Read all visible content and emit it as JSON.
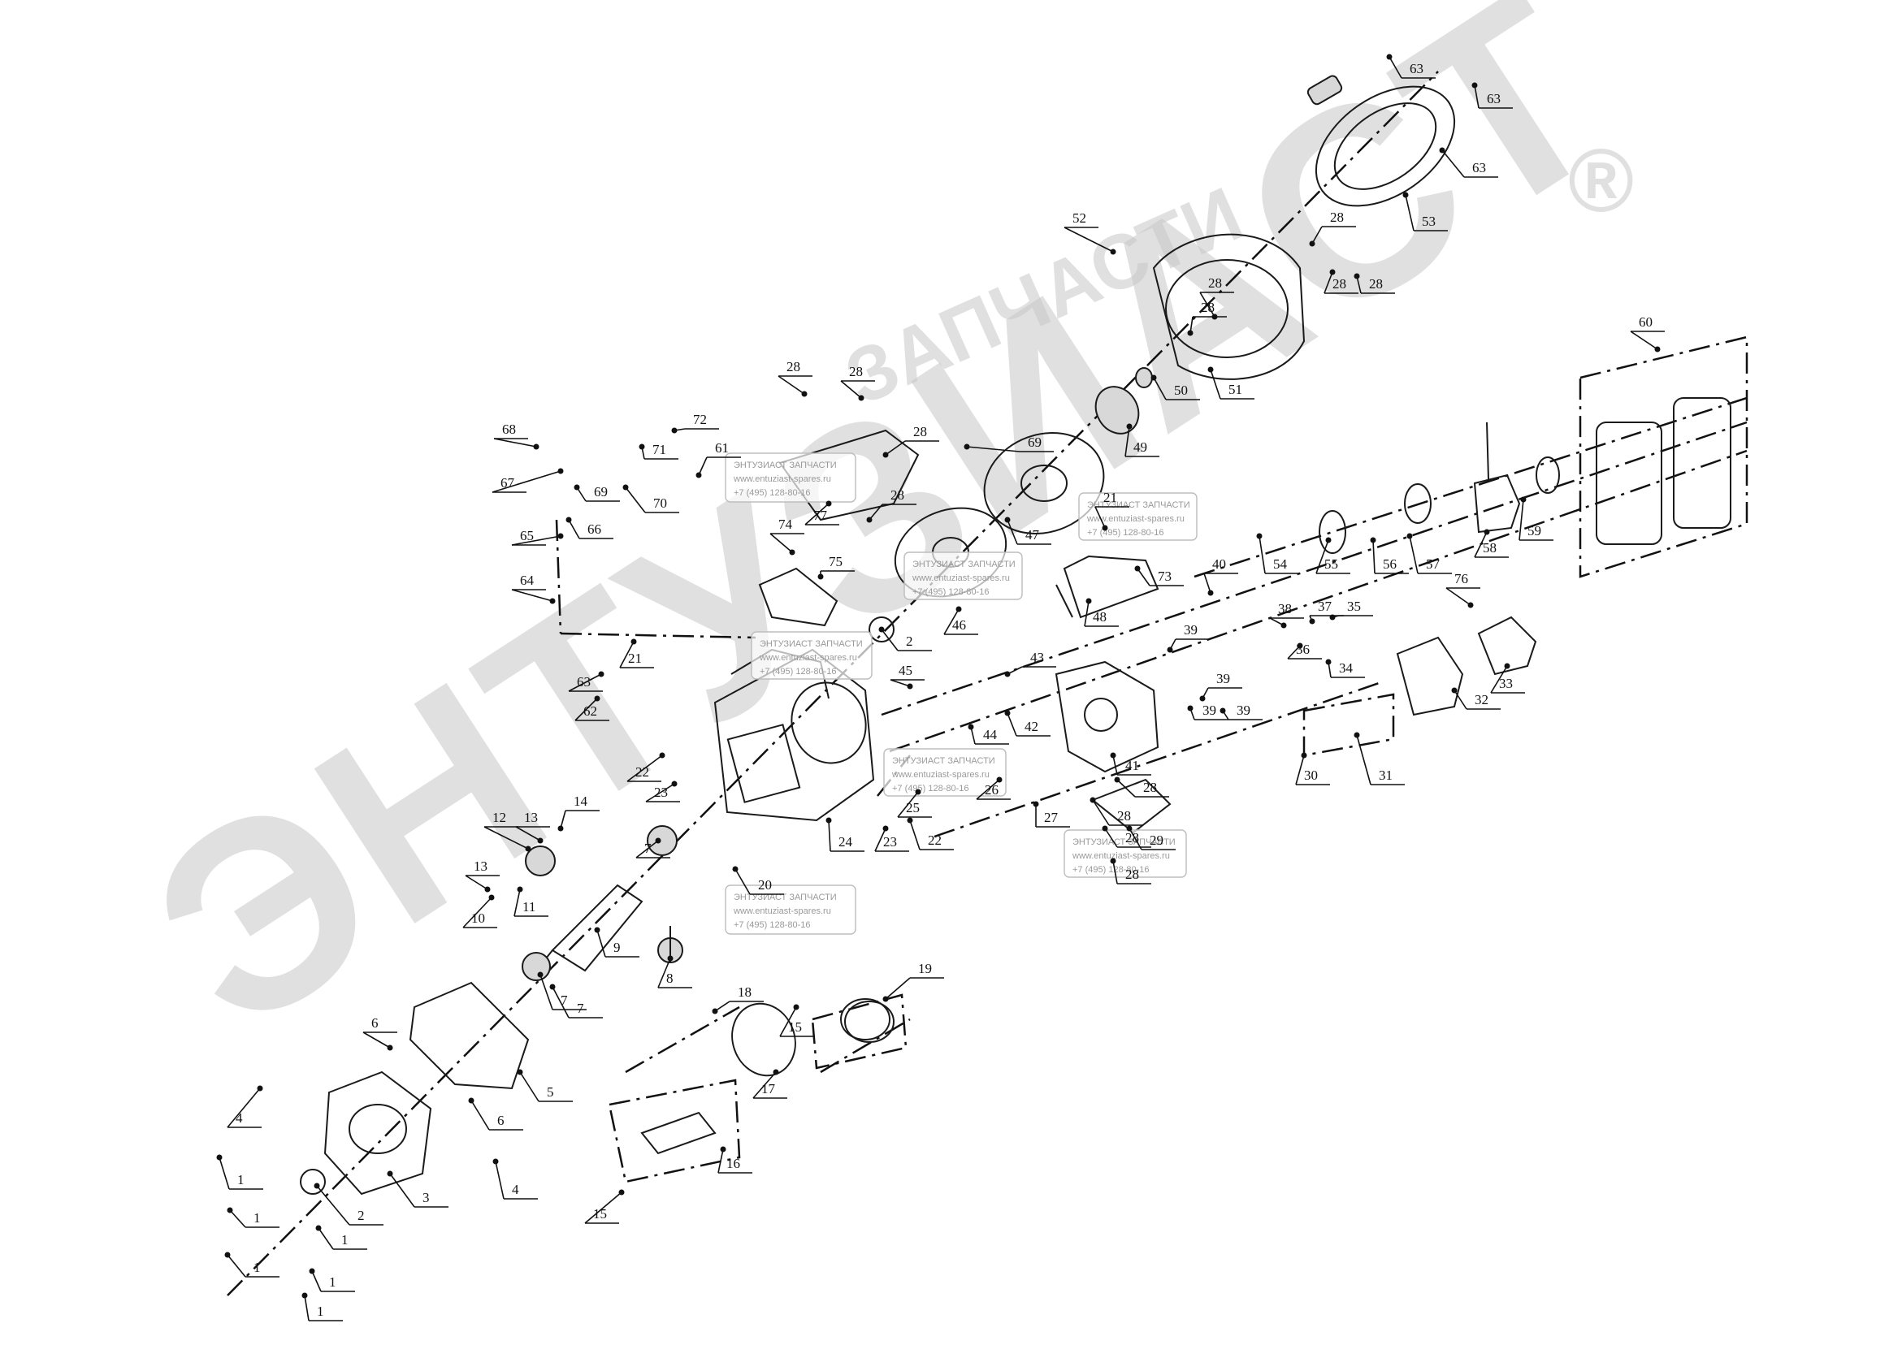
{
  "watermark": {
    "brand": "ЭНТУЗИАСТ",
    "arc_text": "ЗАПЧАСТИ",
    "registered_mark": "®"
  },
  "stamp": {
    "title": "ЭНТУЗИАСТ ЗАПЧАСТИ",
    "site": "www.entuziast-spares.ru",
    "phone": "+7 (495) 128-80-16"
  },
  "callouts": [
    "1",
    "1",
    "1",
    "1",
    "1",
    "1",
    "2",
    "2",
    "3",
    "4",
    "4",
    "5",
    "6",
    "6",
    "7",
    "7",
    "7",
    "8",
    "9",
    "10",
    "11",
    "12",
    "13",
    "13",
    "14",
    "15",
    "15",
    "16",
    "17",
    "18",
    "19",
    "20",
    "21",
    "21",
    "22",
    "22",
    "23",
    "23",
    "24",
    "25",
    "26",
    "27",
    "28",
    "28",
    "28",
    "28",
    "28",
    "28",
    "28",
    "28",
    "28",
    "28",
    "28",
    "28",
    "28",
    "29",
    "30",
    "31",
    "32",
    "33",
    "34",
    "35",
    "36",
    "37",
    "38",
    "39",
    "39",
    "39",
    "39",
    "40",
    "41",
    "42",
    "43",
    "44",
    "45",
    "46",
    "47",
    "48",
    "49",
    "50",
    "51",
    "52",
    "53",
    "54",
    "55",
    "56",
    "57",
    "58",
    "59",
    "60",
    "61",
    "62",
    "63",
    "63",
    "63",
    "63",
    "64",
    "65",
    "66",
    "67",
    "68",
    "69",
    "69",
    "70",
    "71",
    "72",
    "73",
    "74",
    "75",
    "76",
    "77"
  ],
  "colors": {
    "ink": "#111111",
    "watermark": "#c8c8c8"
  }
}
